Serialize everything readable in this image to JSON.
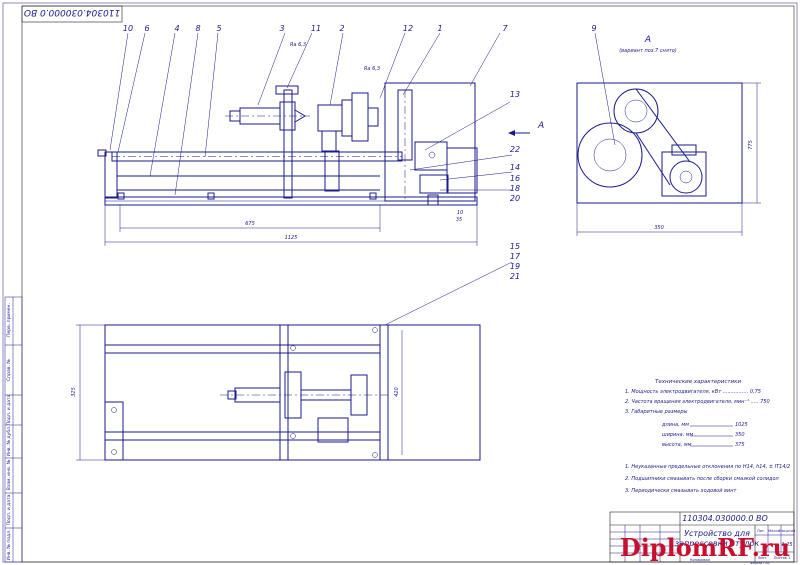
{
  "stamp_code": "110304.030000.0 ВО",
  "title_code": "110304.030000.0 ВО",
  "title_name": [
    "Устройство для",
    "запрессовки втулок"
  ],
  "part_labels": [
    "10",
    "6",
    "4",
    "8",
    "5",
    "3",
    "11",
    "2",
    "12",
    "1",
    "7",
    "9",
    "13",
    "22",
    "14",
    "16",
    "18",
    "20",
    "15",
    "17",
    "19",
    "21"
  ],
  "roughness": [
    "Ra 6,3",
    "Ra 6,3"
  ],
  "view_label": "А",
  "view_note": "(вариант поз.7 снято)",
  "arrow_label": "А",
  "dims": {
    "len_675": "675",
    "len_1125": "1125",
    "w_350": "350",
    "h_775": "775",
    "plan_325": "325",
    "plan_420": "420",
    "d10": "10",
    "d35": "35"
  },
  "tech_heading": "Технические характеристики",
  "tech_lines": [
    "1. Мощность электродвигателя, кВт ................ 0,75",
    "2. Частота вращения электродвигателя, мин⁻¹ ..... 750",
    "3. Габаритные размеры"
  ],
  "gabarit": [
    {
      "label": "длина, мм",
      "value": "1025"
    },
    {
      "label": "ширина, мм",
      "value": "350"
    },
    {
      "label": "высота, мм",
      "value": "375"
    }
  ],
  "notes": [
    "1. Неуказанные предельные отклонения по Н14, h14, ± IT14/2",
    "2. Подшипники смазывать после сборки смазкой солидол",
    "3. Периодически смазывать ходовой винт"
  ],
  "tb_scale": "1:25",
  "tb_small": [
    "Лит.",
    "Масса",
    "Масштаб",
    "Лист",
    "Листов 1",
    "Копировал",
    "Формат А1"
  ],
  "side_labels": [
    "Перв. примен.",
    "Справ. №",
    "Подп. и дата",
    "Инв. № дубл.",
    "Взам. инв. №",
    "Подп. и дата",
    "Инв. № подл."
  ],
  "watermark": "DiplomRF.ru"
}
